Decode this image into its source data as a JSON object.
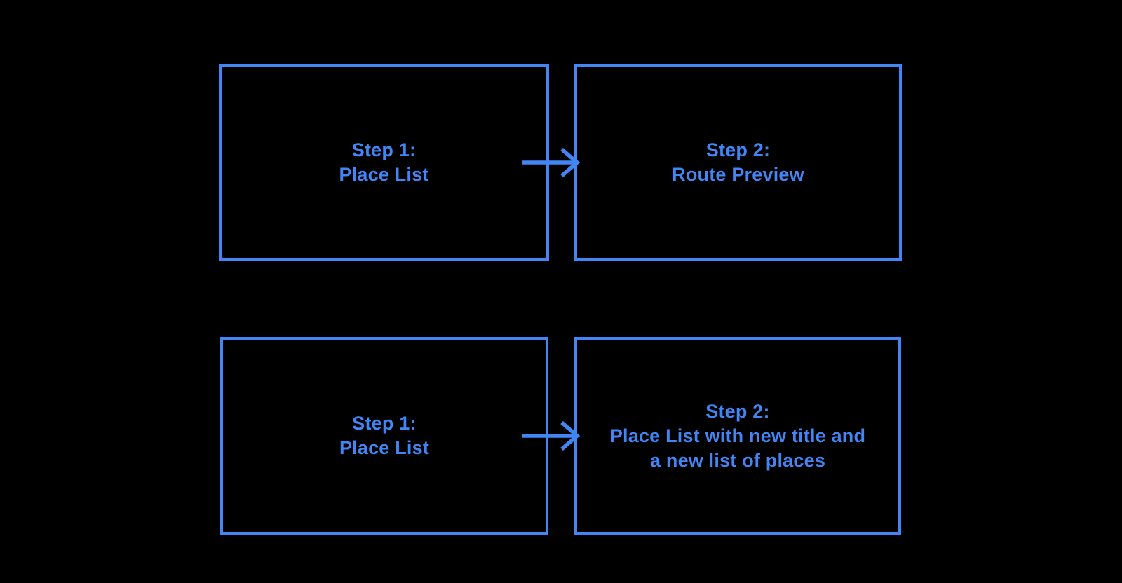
{
  "colors": {
    "accent": "#4285F4",
    "background": "#000000"
  },
  "diagram": {
    "boxes": [
      {
        "id": "top-left",
        "lines": [
          "Step 1:",
          "Place List"
        ]
      },
      {
        "id": "top-right",
        "lines": [
          "Step 2:",
          "Route Preview"
        ]
      },
      {
        "id": "bottom-left",
        "lines": [
          "Step 1:",
          "Place List"
        ]
      },
      {
        "id": "bottom-right",
        "lines": [
          "Step 2:",
          "Place List with new title and",
          "a new list of places"
        ]
      }
    ],
    "arrows": [
      {
        "from": "top-left",
        "to": "top-right"
      },
      {
        "from": "bottom-left",
        "to": "bottom-right"
      }
    ]
  }
}
